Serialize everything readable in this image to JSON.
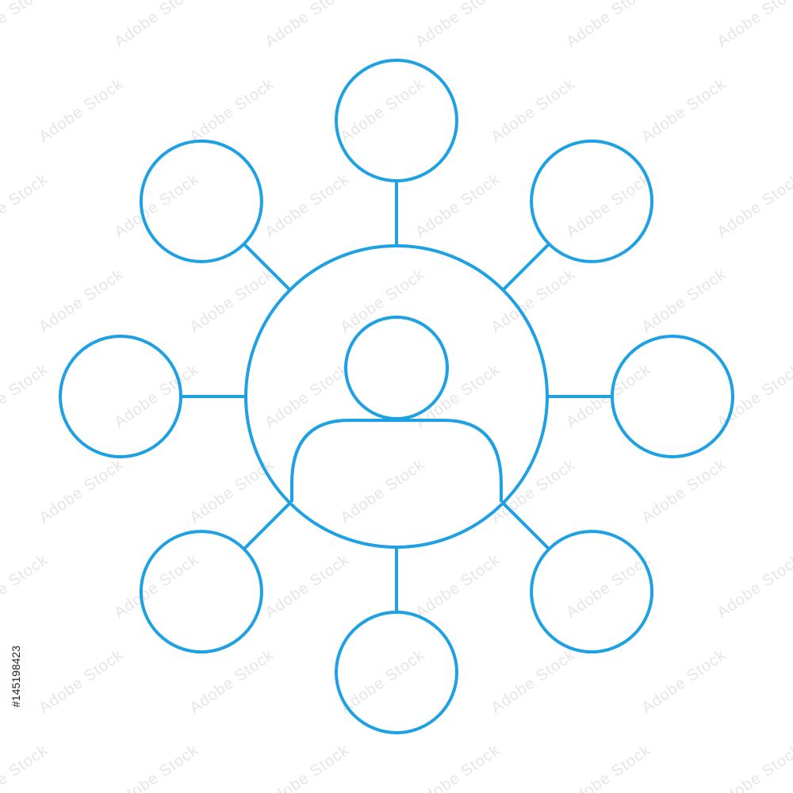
{
  "diagram": {
    "type": "hub-and-spoke network",
    "stroke_color": "#1da1e2",
    "background_color": "#ffffff",
    "center_icon": "user-icon",
    "node_count": 8
  },
  "watermark": {
    "text": "Adobe Stock",
    "id_label": "#145198423"
  }
}
